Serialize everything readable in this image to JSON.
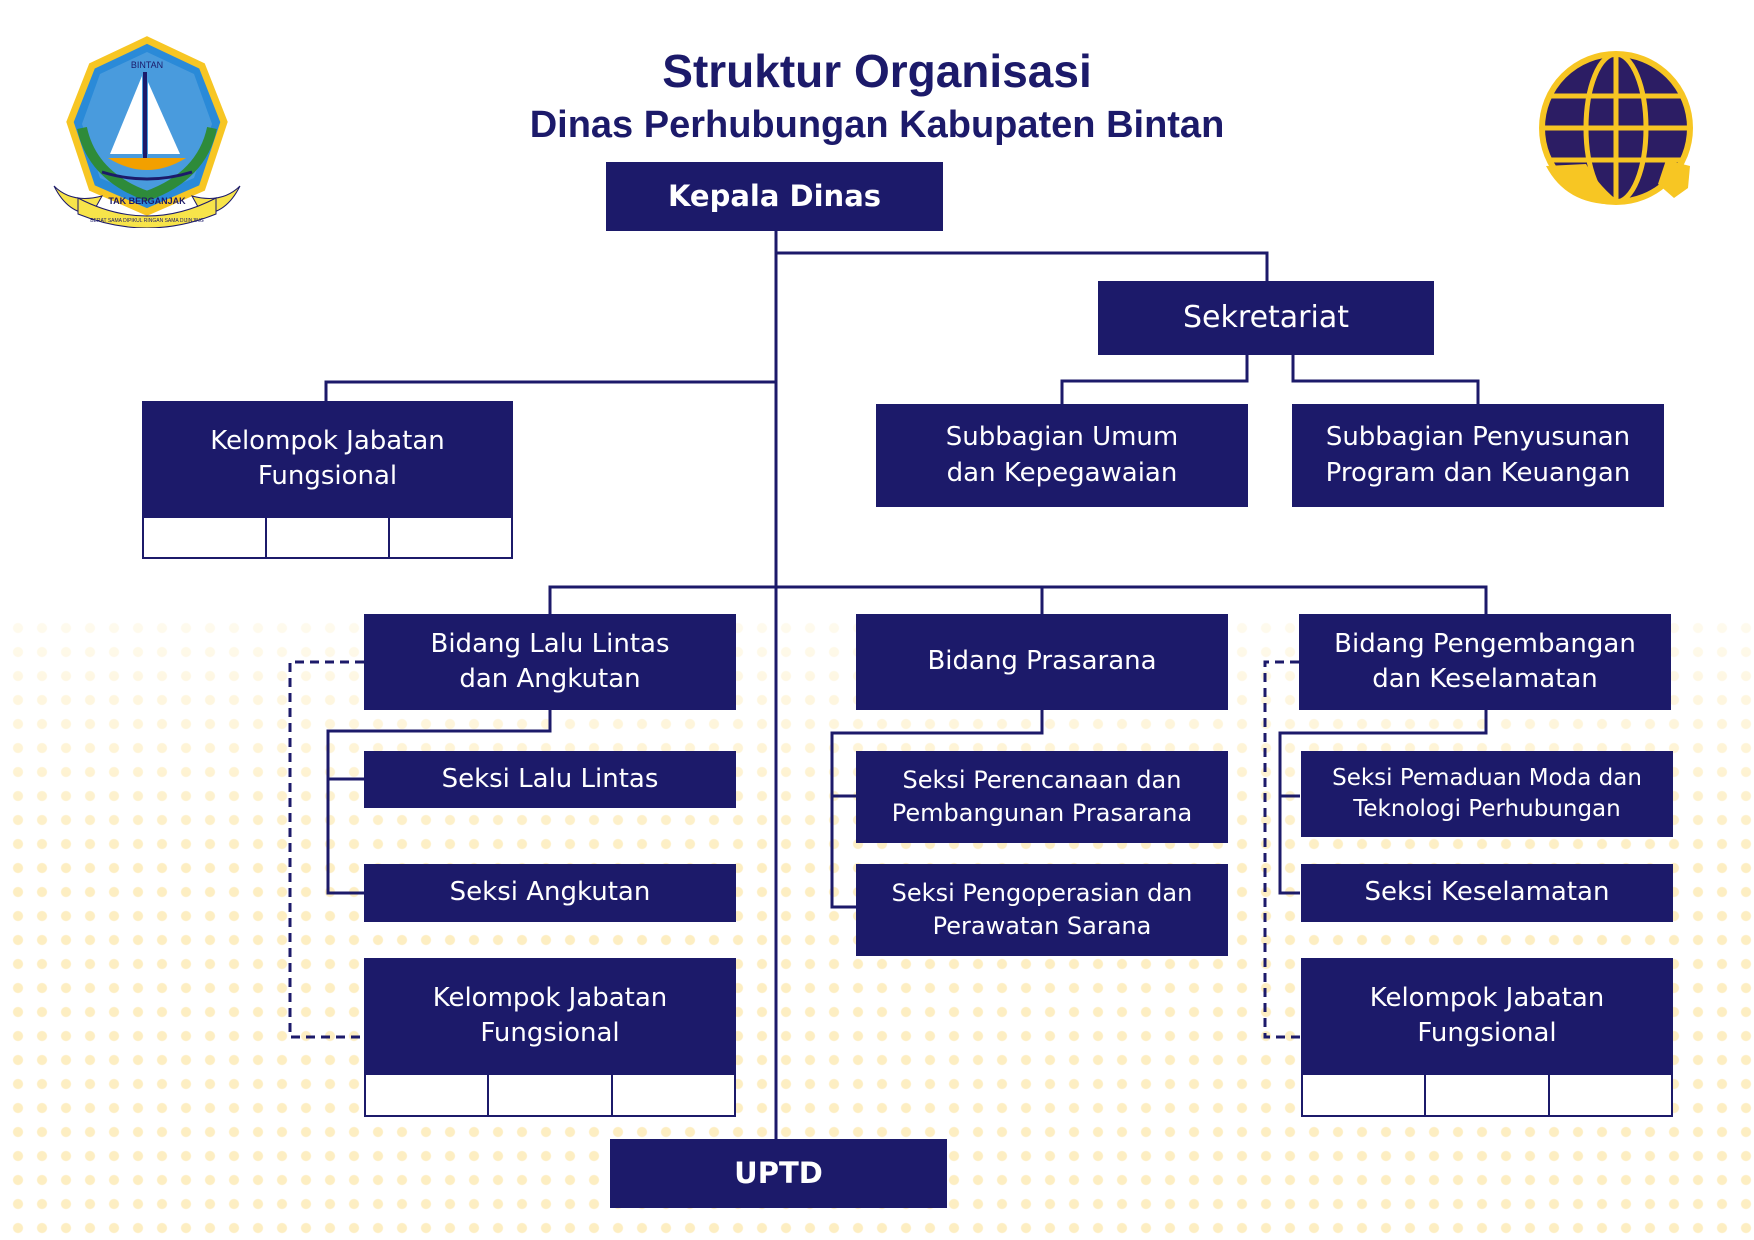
{
  "header": {
    "title": "Struktur Organisasi",
    "subtitle": "Dinas Perhubungan Kabupaten Bintan"
  },
  "logos": {
    "left": {
      "icon": "bintan-regency-emblem-icon",
      "text": "BINTAN",
      "motto": "TAK BERGANJAK",
      "ribbon": "BERAT SAMA DIPIKUL RINGAN SAMA DIJINJING"
    },
    "right": {
      "icon": "ministry-of-transportation-globe-icon"
    }
  },
  "nodes": {
    "kepala_dinas": "Kepala Dinas",
    "sekretariat": "Sekretariat",
    "subbagian_umum": "Subbagian Umum\ndan Kepegawaian",
    "subbagian_program": "Subbagian Penyusunan\nProgram dan Keuangan",
    "kjf_top": "Kelompok Jabatan\nFungsional",
    "bidang_lalu_lintas": "Bidang Lalu Lintas\ndan Angkutan",
    "seksi_lalu_lintas": "Seksi Lalu Lintas",
    "seksi_angkutan": "Seksi Angkutan",
    "kjf_left": "Kelompok Jabatan\nFungsional",
    "bidang_prasarana": "Bidang Prasarana",
    "seksi_perencanaan": "Seksi Perencanaan dan\nPembangunan Prasarana",
    "seksi_pengoperasian": "Seksi Pengoperasian dan\nPerawatan Sarana",
    "bidang_pengembangan": "Bidang Pengembangan\ndan Keselamatan",
    "seksi_pemaduan": "Seksi Pemaduan Moda dan\nTeknologi Perhubungan",
    "seksi_keselamatan": "Seksi Keselamatan",
    "kjf_right": "Kelompok Jabatan\nFungsional",
    "uptd": "UPTD"
  },
  "colors": {
    "box": "#1c1a6a",
    "text": "#ffffff",
    "dots": "#fdeec2",
    "logo_gold": "#f7c623"
  }
}
